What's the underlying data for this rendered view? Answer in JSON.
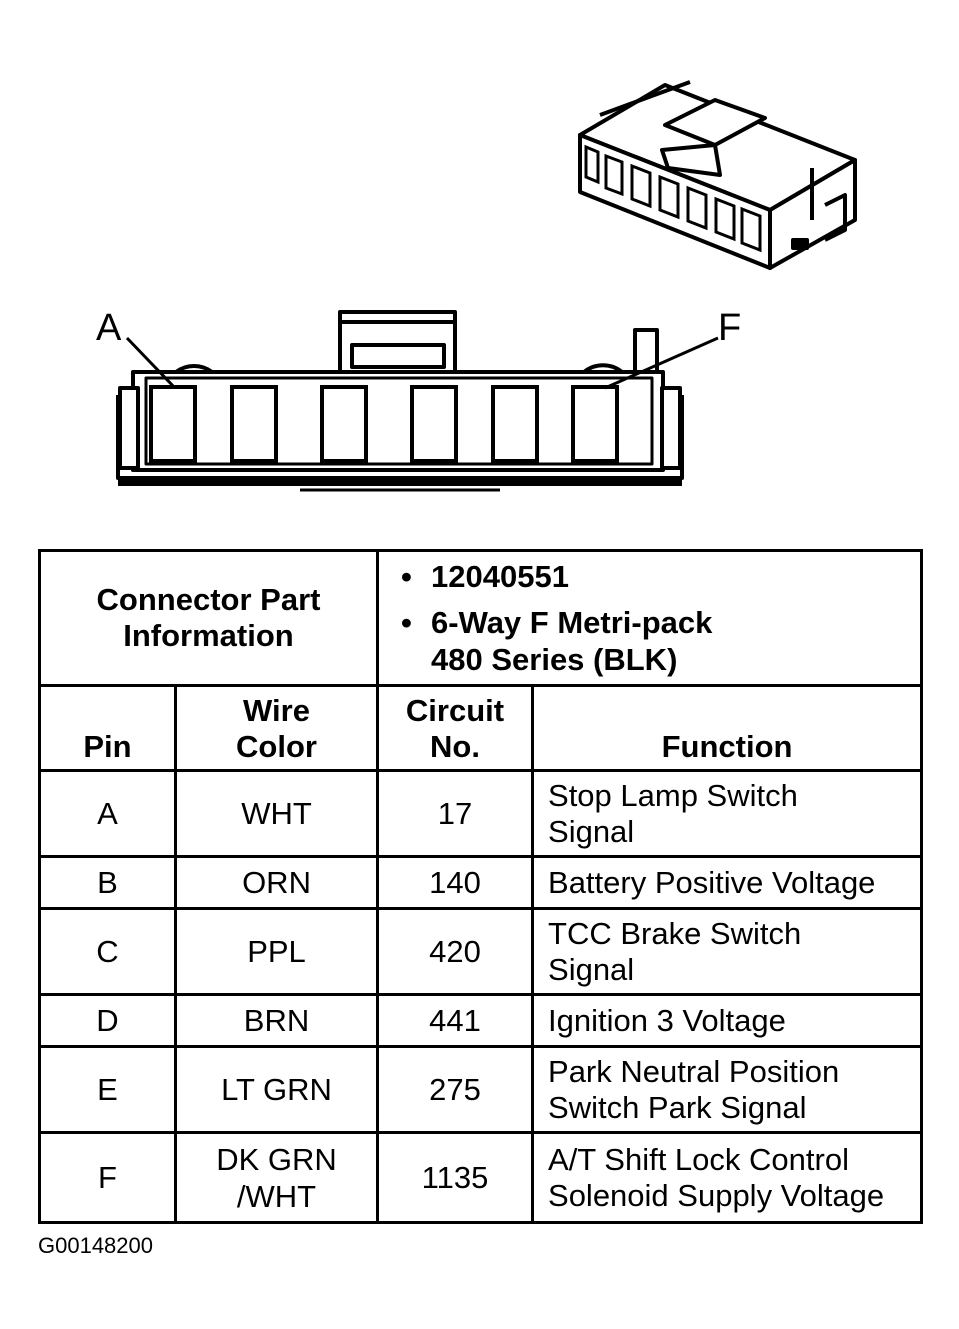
{
  "callouts": {
    "left": "A",
    "right": "F"
  },
  "table": {
    "header_label_line1": "Connector Part",
    "header_label_line2": "Information",
    "part_number": "12040551",
    "connector_desc_line1": "6-Way F Metri-pack",
    "connector_desc_line2": "480 Series (BLK)",
    "columns": {
      "pin": "Pin",
      "wire_line1": "Wire",
      "wire_line2": "Color",
      "circuit_line1": "Circuit",
      "circuit_line2": "No.",
      "function": "Function"
    },
    "rows": [
      {
        "pin": "A",
        "wire": [
          "WHT"
        ],
        "circuit": "17",
        "function": [
          "Stop Lamp Switch",
          "Signal"
        ]
      },
      {
        "pin": "B",
        "wire": [
          "ORN"
        ],
        "circuit": "140",
        "function": [
          "Battery Positive Voltage"
        ]
      },
      {
        "pin": "C",
        "wire": [
          "PPL"
        ],
        "circuit": "420",
        "function": [
          "TCC Brake Switch",
          "Signal"
        ]
      },
      {
        "pin": "D",
        "wire": [
          "BRN"
        ],
        "circuit": "441",
        "function": [
          "Ignition 3 Voltage"
        ]
      },
      {
        "pin": "E",
        "wire": [
          "LT GRN"
        ],
        "circuit": "275",
        "function": [
          "Park Neutral Position",
          "Switch Park Signal"
        ]
      },
      {
        "pin": "F",
        "wire": [
          "DK GRN",
          "/WHT"
        ],
        "circuit": "1135",
        "function": [
          "A/T Shift Lock Control",
          "Solenoid Supply Voltage"
        ]
      }
    ]
  },
  "figure_id": "G00148200"
}
